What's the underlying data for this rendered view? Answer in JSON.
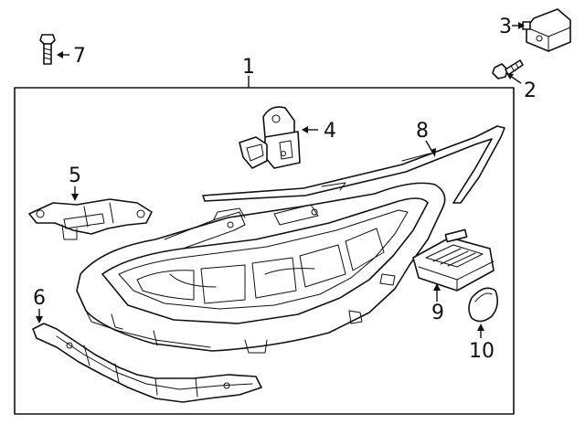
{
  "callouts": {
    "c1": "1",
    "c2": "2",
    "c3": "3",
    "c4": "4",
    "c5": "5",
    "c6": "6",
    "c7": "7",
    "c8": "8",
    "c9": "9",
    "c10": "10"
  },
  "parts": {
    "p1": "headlamp-assembly",
    "p2": "bolt",
    "p3": "bracket-block",
    "p4": "headlamp-bracket-upper",
    "p5": "headlamp-bracket-lower",
    "p6": "side-bracket",
    "p7": "screw",
    "p8": "trim-strip",
    "p9": "control-module",
    "p10": "cover-cap"
  }
}
